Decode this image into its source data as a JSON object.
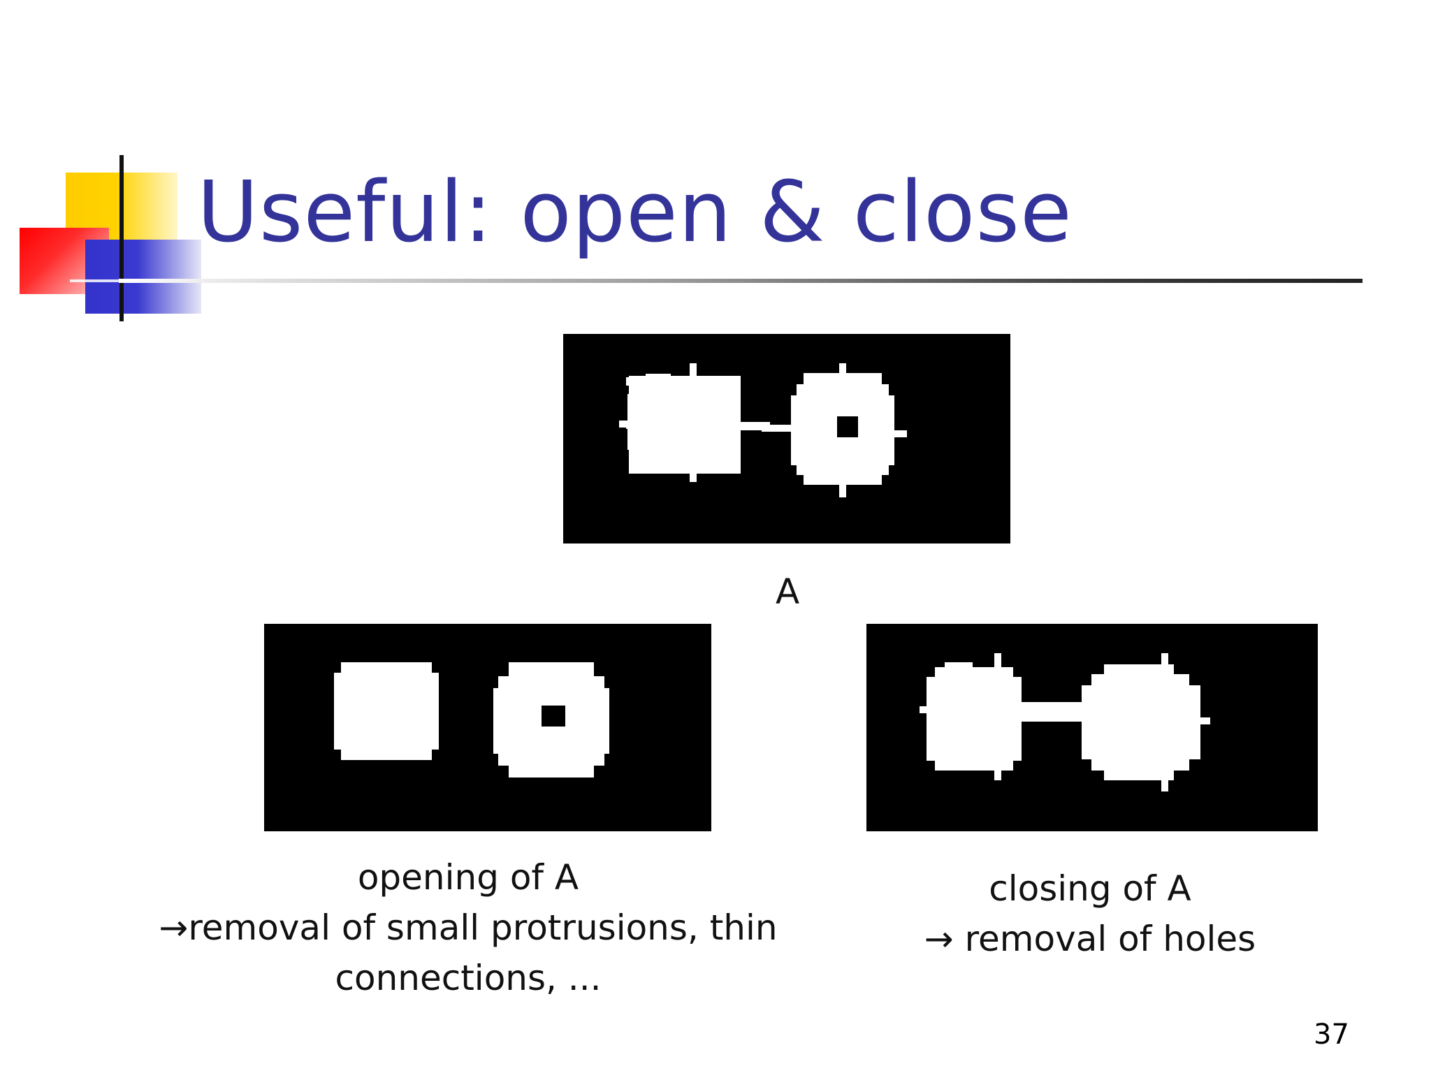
{
  "slide": {
    "title": "Useful: open & close",
    "page_number": "37"
  },
  "figures": {
    "input_label": "A",
    "opening": {
      "caption_line1": "opening of A",
      "caption_line2": "→removal of small protrusions, thin",
      "caption_line3": "connections, ..."
    },
    "closing": {
      "caption_line1": "closing of A",
      "caption_line2": "→ removal of holes"
    }
  },
  "colors": {
    "title": "#333399",
    "logo_yellow": "#ffcc00",
    "logo_red": "#ff0000",
    "logo_blue": "#3333cc",
    "panel_background": "#000000",
    "shape_fill": "#ffffff"
  }
}
